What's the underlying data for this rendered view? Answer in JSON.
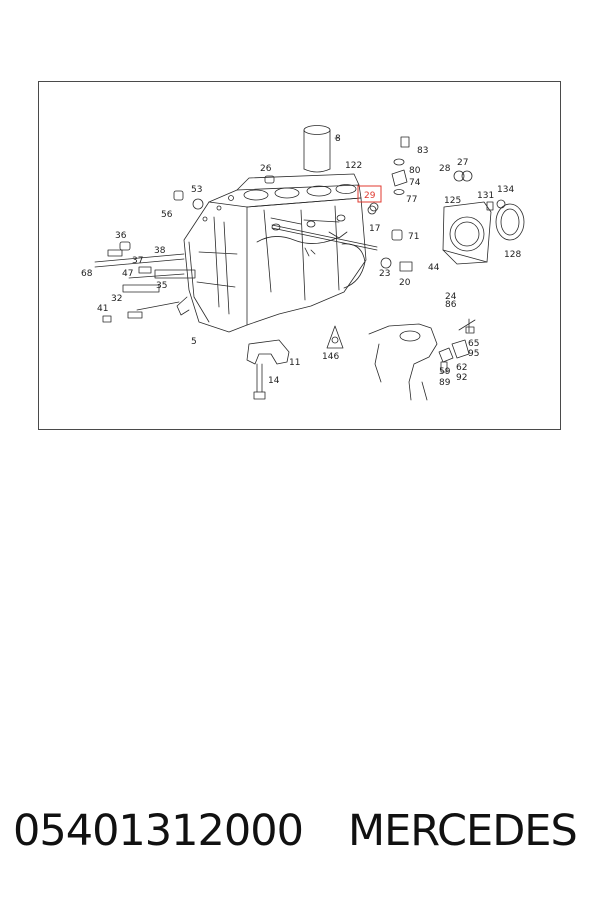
{
  "diagram": {
    "callouts": [
      {
        "id": "c8",
        "label": "8"
      },
      {
        "id": "c122",
        "label": "122"
      },
      {
        "id": "c26",
        "label": "26"
      },
      {
        "id": "c53",
        "label": "53"
      },
      {
        "id": "c56",
        "label": "56"
      },
      {
        "id": "c83",
        "label": "83"
      },
      {
        "id": "c80",
        "label": "80"
      },
      {
        "id": "c74",
        "label": "74"
      },
      {
        "id": "c77",
        "label": "77"
      },
      {
        "id": "c28",
        "label": "28"
      },
      {
        "id": "c27",
        "label": "27"
      },
      {
        "id": "c131",
        "label": "131"
      },
      {
        "id": "c134",
        "label": "134"
      },
      {
        "id": "c125",
        "label": "125"
      },
      {
        "id": "c128",
        "label": "128"
      },
      {
        "id": "c17",
        "label": "17"
      },
      {
        "id": "c71",
        "label": "71"
      },
      {
        "id": "c23",
        "label": "23"
      },
      {
        "id": "c20",
        "label": "20"
      },
      {
        "id": "c44",
        "label": "44"
      },
      {
        "id": "c36",
        "label": "36"
      },
      {
        "id": "c38",
        "label": "38"
      },
      {
        "id": "c37",
        "label": "37"
      },
      {
        "id": "c68",
        "label": "68"
      },
      {
        "id": "c47",
        "label": "47"
      },
      {
        "id": "c35",
        "label": "35"
      },
      {
        "id": "c32",
        "label": "32"
      },
      {
        "id": "c41",
        "label": "41"
      },
      {
        "id": "c5",
        "label": "5"
      },
      {
        "id": "c24",
        "label": "24"
      },
      {
        "id": "c86",
        "label": "86"
      },
      {
        "id": "c65",
        "label": "65"
      },
      {
        "id": "c95",
        "label": "95"
      },
      {
        "id": "c59",
        "label": "59"
      },
      {
        "id": "c89",
        "label": "89"
      },
      {
        "id": "c62",
        "label": "62"
      },
      {
        "id": "c92",
        "label": "92"
      },
      {
        "id": "c146",
        "label": "146"
      },
      {
        "id": "c11",
        "label": "11"
      },
      {
        "id": "c14",
        "label": "14"
      }
    ],
    "highlight": {
      "label": "29",
      "color": "#e0392f"
    }
  },
  "caption": {
    "part_number": "05401312000",
    "brand": "MERCEDES"
  },
  "colors": {
    "line": "#2a2a2a",
    "frame": "#4a4a4a",
    "highlight": "#e0392f"
  }
}
